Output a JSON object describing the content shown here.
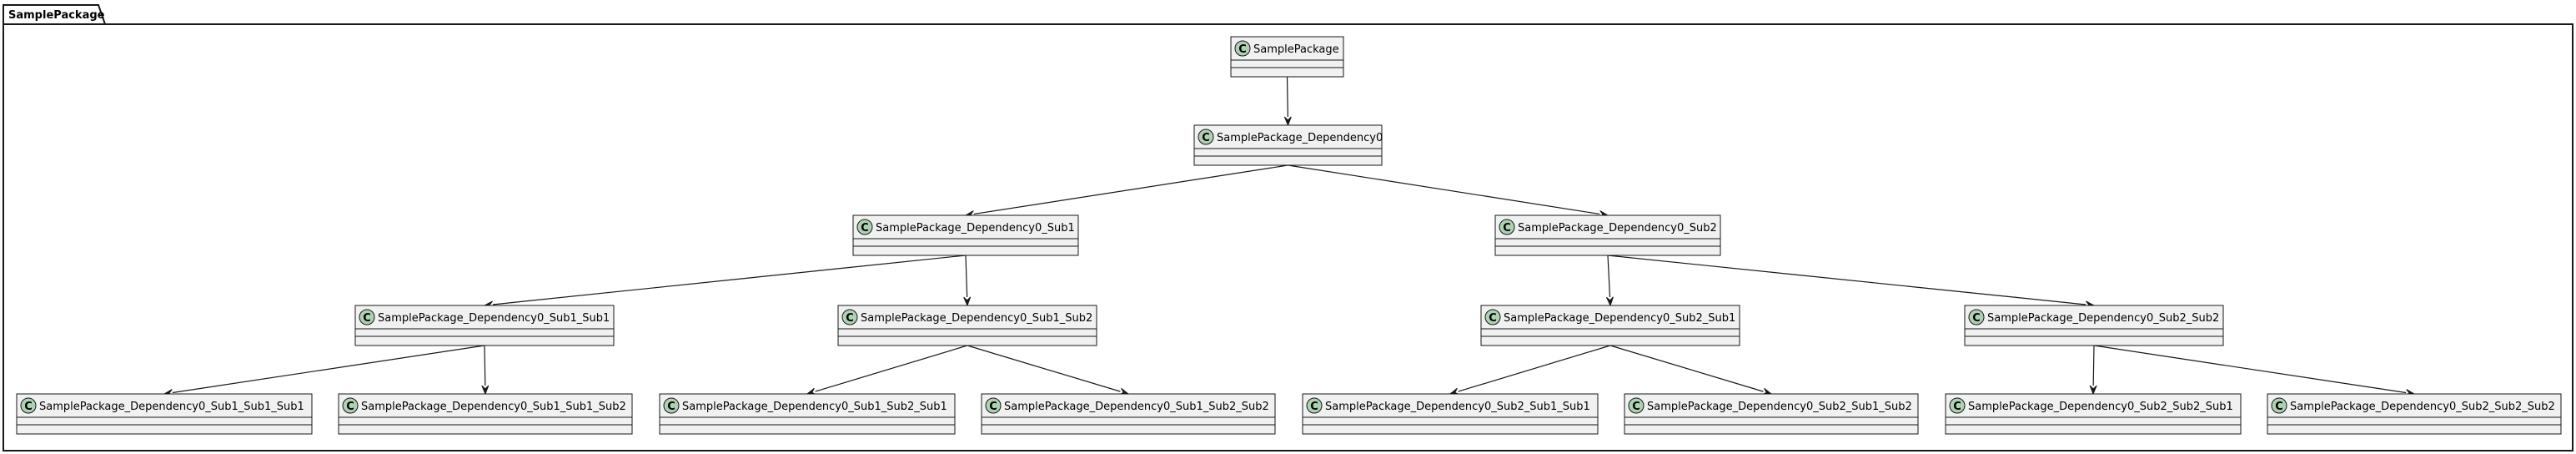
{
  "package": {
    "name": "SamplePackage"
  },
  "class_icon_letter": "C",
  "colors": {
    "class_fill": "#f1f1f1",
    "class_icon": "#add1b2",
    "line": "#181818",
    "background": "#ffffff"
  },
  "classes": [
    {
      "id": "root",
      "name": "SamplePackage"
    },
    {
      "id": "d0",
      "name": "SamplePackage_Dependency0"
    },
    {
      "id": "d0s1",
      "name": "SamplePackage_Dependency0_Sub1"
    },
    {
      "id": "d0s2",
      "name": "SamplePackage_Dependency0_Sub2"
    },
    {
      "id": "d0s1s1",
      "name": "SamplePackage_Dependency0_Sub1_Sub1"
    },
    {
      "id": "d0s1s2",
      "name": "SamplePackage_Dependency0_Sub1_Sub2"
    },
    {
      "id": "d0s2s1",
      "name": "SamplePackage_Dependency0_Sub2_Sub1"
    },
    {
      "id": "d0s2s2",
      "name": "SamplePackage_Dependency0_Sub2_Sub2"
    },
    {
      "id": "d0s1s1s1",
      "name": "SamplePackage_Dependency0_Sub1_Sub1_Sub1"
    },
    {
      "id": "d0s1s1s2",
      "name": "SamplePackage_Dependency0_Sub1_Sub1_Sub2"
    },
    {
      "id": "d0s1s2s1",
      "name": "SamplePackage_Dependency0_Sub1_Sub2_Sub1"
    },
    {
      "id": "d0s1s2s2",
      "name": "SamplePackage_Dependency0_Sub1_Sub2_Sub2"
    },
    {
      "id": "d0s2s1s1",
      "name": "SamplePackage_Dependency0_Sub2_Sub1_Sub1"
    },
    {
      "id": "d0s2s1s2",
      "name": "SamplePackage_Dependency0_Sub2_Sub1_Sub2"
    },
    {
      "id": "d0s2s2s1",
      "name": "SamplePackage_Dependency0_Sub2_Sub2_Sub1"
    },
    {
      "id": "d0s2s2s2",
      "name": "SamplePackage_Dependency0_Sub2_Sub2_Sub2"
    }
  ],
  "edges": [
    {
      "from": "root",
      "to": "d0"
    },
    {
      "from": "d0",
      "to": "d0s1"
    },
    {
      "from": "d0",
      "to": "d0s2"
    },
    {
      "from": "d0s1",
      "to": "d0s1s1"
    },
    {
      "from": "d0s1",
      "to": "d0s1s2"
    },
    {
      "from": "d0s2",
      "to": "d0s2s1"
    },
    {
      "from": "d0s2",
      "to": "d0s2s2"
    },
    {
      "from": "d0s1s1",
      "to": "d0s1s1s1"
    },
    {
      "from": "d0s1s1",
      "to": "d0s1s1s2"
    },
    {
      "from": "d0s1s2",
      "to": "d0s1s2s1"
    },
    {
      "from": "d0s1s2",
      "to": "d0s1s2s2"
    },
    {
      "from": "d0s2s1",
      "to": "d0s2s1s1"
    },
    {
      "from": "d0s2s1",
      "to": "d0s2s1s2"
    },
    {
      "from": "d0s2s2",
      "to": "d0s2s2s1"
    },
    {
      "from": "d0s2s2",
      "to": "d0s2s2s2"
    }
  ]
}
